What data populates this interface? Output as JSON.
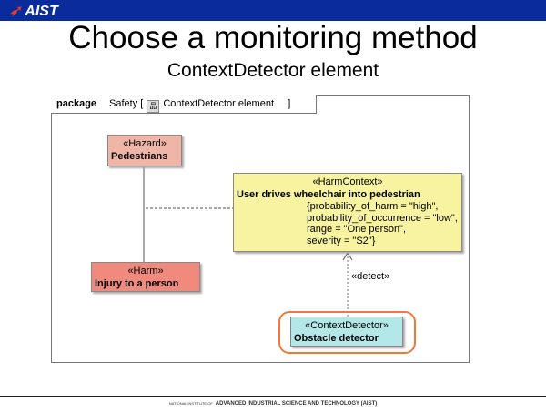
{
  "header": {
    "logo": "AIST"
  },
  "slide": {
    "title": "Choose a monitoring method",
    "subtitle": "ContextDetector element"
  },
  "diagram": {
    "frame": {
      "kind": "package",
      "name": "Safety [",
      "diagram_name": "ContextDetector element",
      "close": "]"
    },
    "hazard": {
      "stereotype": "«Hazard»",
      "name": "Pedestrians",
      "color": "#efb5a7"
    },
    "harm": {
      "stereotype": "«Harm»",
      "name": "Injury to a person",
      "color": "#ef8a7c"
    },
    "harm_context": {
      "stereotype": "«HarmContext»",
      "name": "User drives wheelchair into pedestrian",
      "props": [
        "{probability_of_harm = \"high\",",
        "probability_of_occurrence = \"low\",",
        "range = \"One person\",",
        "severity = \"S2\"}"
      ],
      "color": "#f7f3a1"
    },
    "detector": {
      "stereotype": "«ContextDetector»",
      "name": "Obstacle detector",
      "color": "#b4e8e8",
      "highlight": "#ef7a3a"
    },
    "detect_label": "«detect»"
  },
  "footer": {
    "prefix": "NATIONAL INSTITUTE OF",
    "text": "ADVANCED INDUSTRIAL SCIENCE AND TECHNOLOGY (AIST)"
  }
}
